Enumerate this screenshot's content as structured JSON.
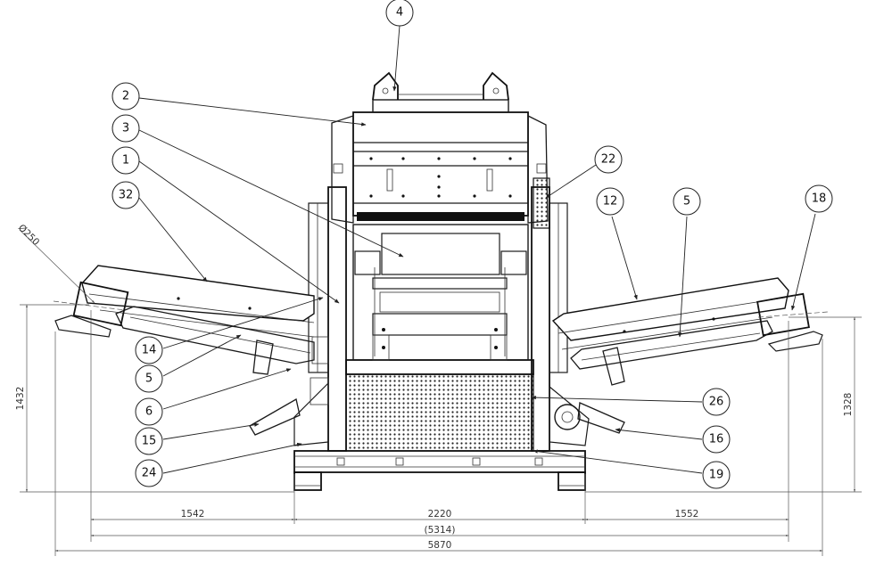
{
  "balloons": [
    "4",
    "2",
    "3",
    "1",
    "32",
    "22",
    "12",
    "5",
    "18",
    "14",
    "5",
    "6",
    "15",
    "24",
    "26",
    "16",
    "19"
  ],
  "dimensions": {
    "left_width": "1542",
    "center_width": "2220",
    "right_width": "1552",
    "overall_ref": "(5314)",
    "overall_total": "5870",
    "left_height": "1432",
    "right_height": "1328",
    "pulley_diameter": "Ø250"
  }
}
